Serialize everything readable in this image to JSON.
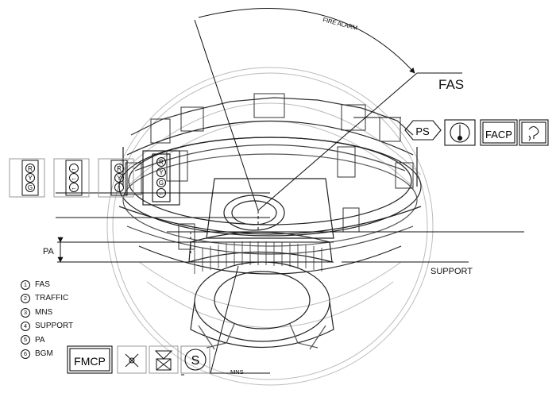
{
  "labels": {
    "fire_alarm": "FIRE ALARM",
    "fas": "FAS",
    "pa": "PA",
    "support": "SUPPORT",
    "mns": "MNS"
  },
  "symbols": {
    "ps": "PS",
    "facp": "FACP",
    "fmcp": "FMCP",
    "s": "S",
    "signal_ryg": [
      "R",
      "Y",
      "G"
    ],
    "signal_ryu": [
      "R",
      "Y",
      "↑"
    ],
    "signal_rygl": [
      "R",
      "Y",
      "G",
      "←"
    ],
    "signal_arrows": [
      "←",
      "←",
      "←"
    ]
  },
  "legend": [
    {
      "num": "1",
      "text": "FAS"
    },
    {
      "num": "2",
      "text": "TRAFFIC"
    },
    {
      "num": "3",
      "text": "MNS"
    },
    {
      "num": "4",
      "text": "SUPPORT"
    },
    {
      "num": "5",
      "text": "PA"
    },
    {
      "num": "6",
      "text": "BGM"
    }
  ]
}
